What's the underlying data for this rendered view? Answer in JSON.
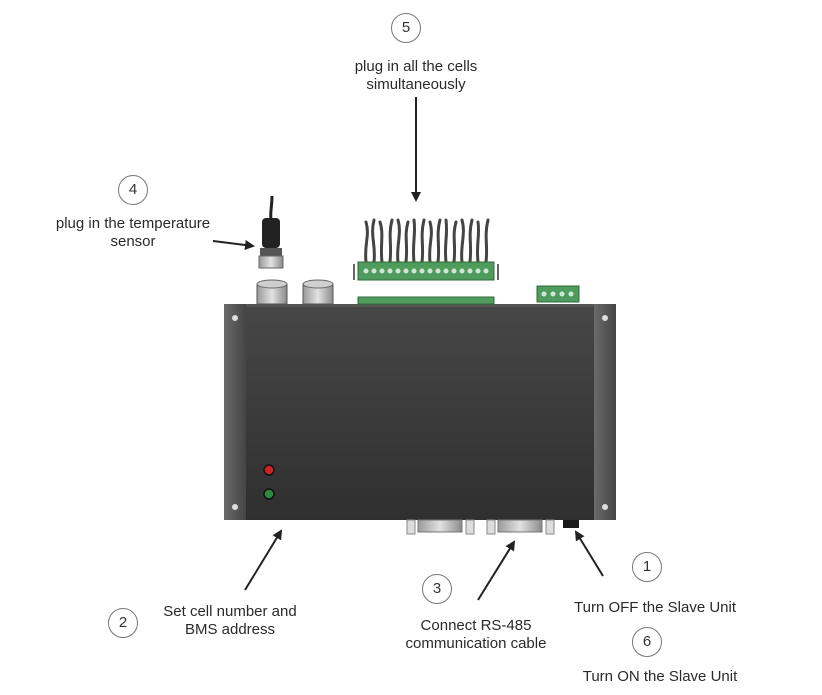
{
  "steps": [
    {
      "number": "1",
      "text": "Turn OFF the Slave Unit"
    },
    {
      "number": "2",
      "text_line1": "Set cell number and",
      "text_line2": "BMS address"
    },
    {
      "number": "3",
      "text_line1": "Connect RS-485",
      "text_line2": "communication cable"
    },
    {
      "number": "4",
      "text_line1": "plug in the temperature",
      "text_line2": "sensor"
    },
    {
      "number": "5",
      "text_line1": "plug in all the cells",
      "text_line2": "simultaneously"
    },
    {
      "number": "6",
      "text": "Turn ON the Slave Unit"
    }
  ],
  "colors": {
    "case_dark": "#3a3a3a",
    "case_rail": "#5a5a5a",
    "terminal_green": "#4f9a5d",
    "led_red": "#cc2222",
    "led_green": "#2c8a3c"
  }
}
